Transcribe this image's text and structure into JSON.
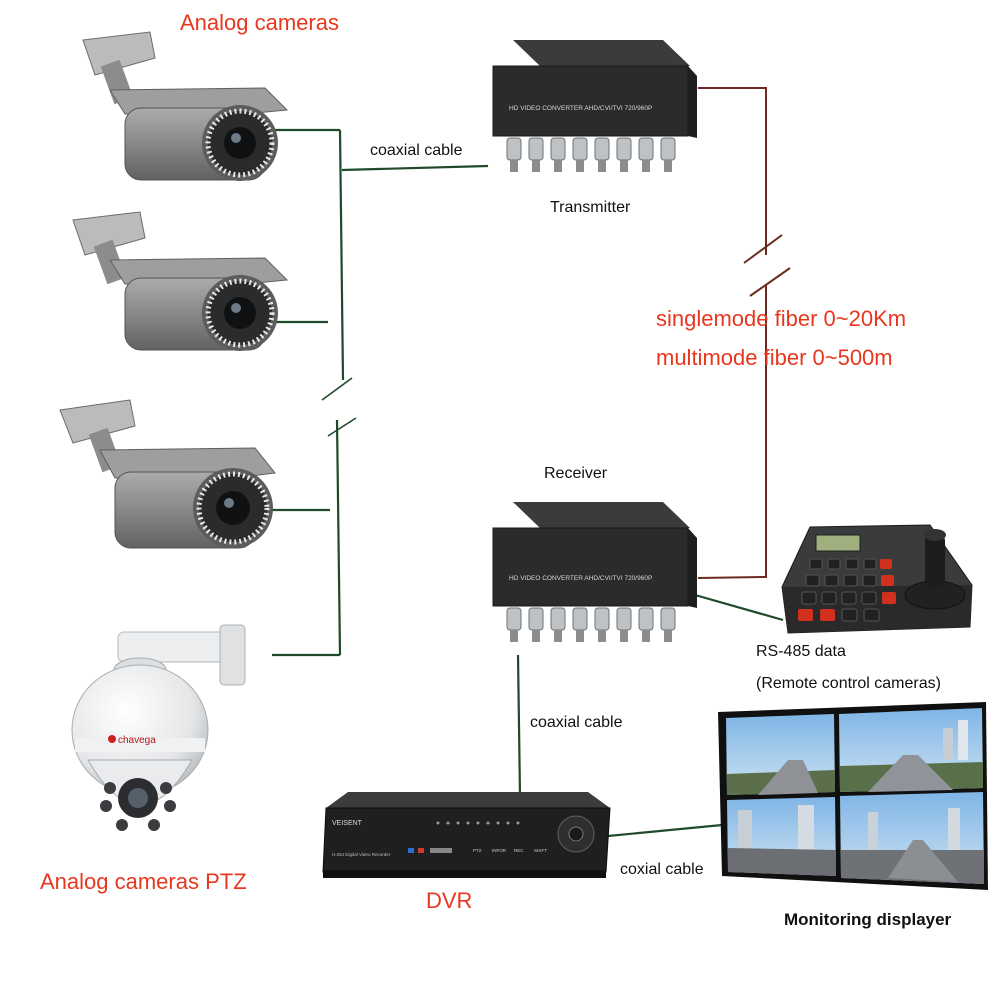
{
  "labels": {
    "analog_cameras": "Analog cameras",
    "analog_cameras_ptz": "Analog cameras PTZ",
    "coaxial_cable_top": "coaxial cable",
    "transmitter": "Transmitter",
    "singlemode_fiber": "singlemode fiber 0~20Km",
    "multimode_fiber": "multimode fiber 0~500m",
    "receiver": "Receiver",
    "rs485_data": "RS-485 data",
    "remote_control": "(Remote control cameras)",
    "coaxial_cable_bottom": "coaxial cable",
    "dvr": "DVR",
    "coxial_cable": "coxial cable",
    "monitoring_displayer": "Monitoring displayer"
  },
  "device_text": {
    "converter_model_tx": "HD VIDEO CONVERTER AHD/CVI/TVI 720/960P",
    "converter_model_rx": "HD VIDEO CONVERTER AHD/CVI/TVI 720/960P",
    "ptz_brand": "chavega",
    "dvr_brand": "VEISENT",
    "dvr_subtitle": "H.264 Digital Video Recorder",
    "dvr_buttons": [
      "PTZ",
      "INFOR",
      "REC",
      "SHIFT"
    ]
  },
  "colors": {
    "label_red": "#e8371e",
    "coax_wire": "#1f4a2b",
    "fiber_wire": "#6b2b1f",
    "device_dark": "#2b2b2b",
    "camera_gray": "#8c8e90"
  },
  "icons": [
    "bullet-camera-icon",
    "ptz-dome-camera-icon",
    "transmitter-icon",
    "receiver-icon",
    "ptz-keyboard-icon",
    "dvr-icon",
    "monitor-icon"
  ]
}
